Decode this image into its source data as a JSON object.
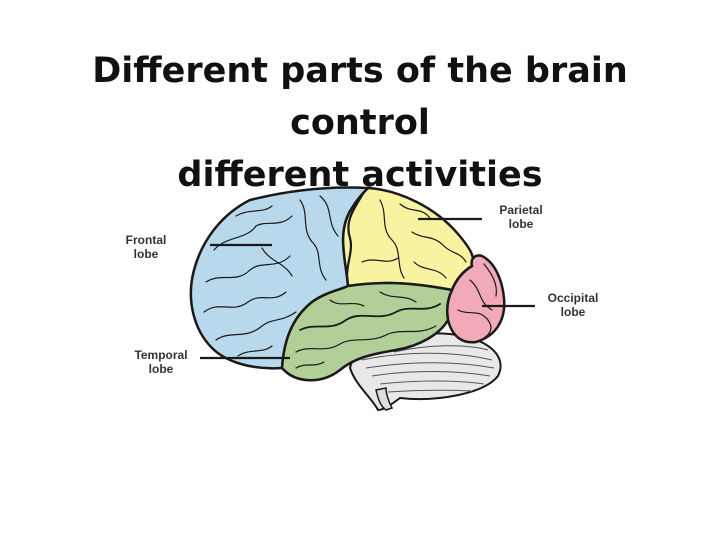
{
  "title": {
    "line1": "Different parts of the brain control",
    "line2": "different activities"
  },
  "labels": {
    "frontal": {
      "line1": "Frontal",
      "line2": "lobe"
    },
    "parietal": {
      "line1": "Parietal",
      "line2": "lobe"
    },
    "occipital": {
      "line1": "Occipital",
      "line2": "lobe"
    },
    "temporal": {
      "line1": "Temporal",
      "line2": "lobe"
    }
  },
  "colors": {
    "frontal": "#b8d9ec",
    "parietal": "#f7f3a0",
    "occipital": "#f2a9b8",
    "temporal": "#b3cf98",
    "cerebellum": "#e8e8e8",
    "outline": "#1a1a1a"
  }
}
